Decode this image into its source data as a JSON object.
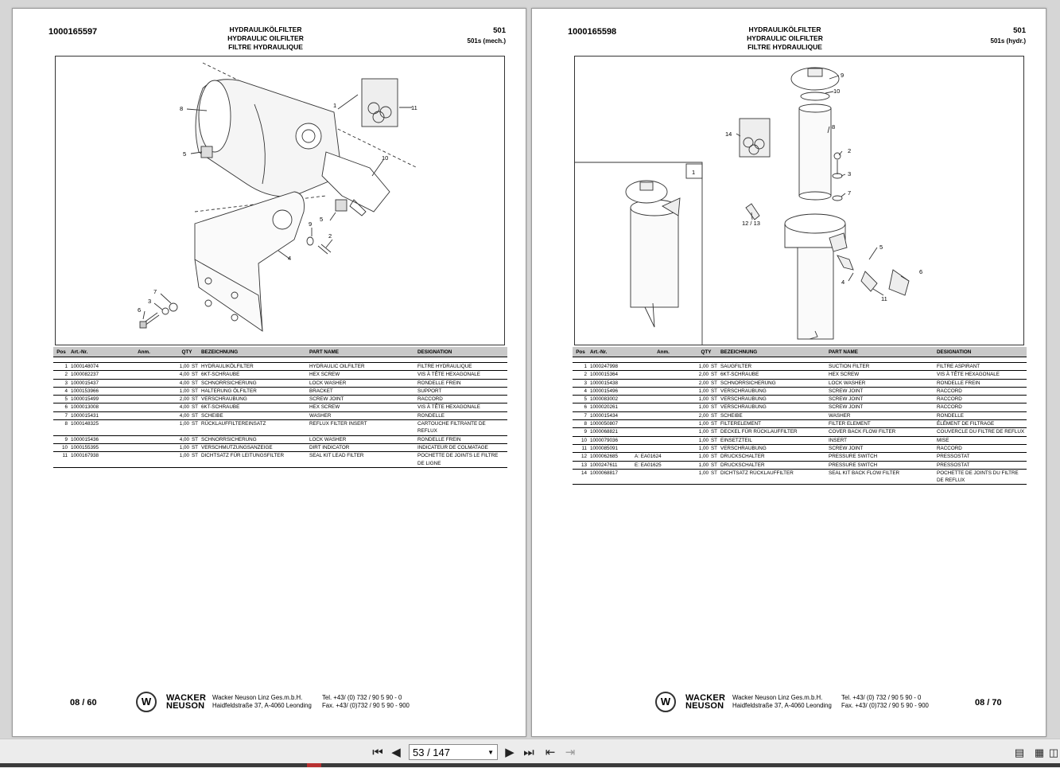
{
  "left_page": {
    "article_no": "1000165597",
    "title_de": "HYDRAULIKÖLFILTER",
    "title_en": "HYDRAULIC OILFILTER",
    "title_fr": "FILTRE HYDRAULIQUE",
    "section": "501",
    "section_sub": "501s (mech.)",
    "callouts": [
      "8",
      "1",
      "11",
      "5",
      "10",
      "5",
      "9",
      "2",
      "4",
      "7",
      "3",
      "6"
    ],
    "headers": [
      "Pos",
      "Art.-Nr.",
      "Anm.",
      "QTY",
      "BEZEICHNUNG",
      "PART NAME",
      "DESIGNATION"
    ],
    "rows": [
      {
        "pos": "1",
        "art": "1000148074",
        "anm": "",
        "qty": "1,00",
        "unit": "ST",
        "de": "HYDRAULIKÖLFILTER",
        "en": "HYDRAULIC OILFILTER",
        "fr": "FILTRE HYDRAULIQUE"
      },
      {
        "pos": "2",
        "art": "1000082237",
        "anm": "",
        "qty": "4,00",
        "unit": "ST",
        "de": "6KT-SCHRAUBE",
        "en": "HEX SCREW",
        "fr": "VIS À TÊTE HEXAGONALE"
      },
      {
        "pos": "3",
        "art": "1000015437",
        "anm": "",
        "qty": "4,00",
        "unit": "ST",
        "de": "SCHNORRSICHERUNG",
        "en": "LOCK WASHER",
        "fr": "RONDELLE FREIN"
      },
      {
        "pos": "4",
        "art": "1000153966",
        "anm": "",
        "qty": "1,00",
        "unit": "ST",
        "de": "HALTERUNG ÖLFILTER",
        "en": "BRACKET",
        "fr": "SUPPORT"
      },
      {
        "pos": "5",
        "art": "1000015499",
        "anm": "",
        "qty": "2,00",
        "unit": "ST",
        "de": "VERSCHRAUBUNG",
        "en": "SCREW JOINT",
        "fr": "RACCORD"
      },
      {
        "pos": "6",
        "art": "1000013008",
        "anm": "",
        "qty": "4,00",
        "unit": "ST",
        "de": "6KT-SCHRAUBE",
        "en": "HEX SCREW",
        "fr": "VIS À TÊTE HEXAGONALE"
      },
      {
        "pos": "7",
        "art": "1000015431",
        "anm": "",
        "qty": "4,00",
        "unit": "ST",
        "de": "SCHEIBE",
        "en": "WASHER",
        "fr": "RONDELLE"
      },
      {
        "pos": "8",
        "art": "1000148325",
        "anm": "",
        "qty": "1,00",
        "unit": "ST",
        "de": "RÜCKLAUFFILTEREINSATZ",
        "en": "REFLUX FILTER INSERT",
        "fr": "CARTOUCHE FILTRANTE DE REFLUX"
      },
      {
        "pos": "9",
        "art": "1000015436",
        "anm": "",
        "qty": "4,00",
        "unit": "ST",
        "de": "SCHNORRSICHERUNG",
        "en": "LOCK WASHER",
        "fr": "RONDELLE FREIN"
      },
      {
        "pos": "10",
        "art": "1000155395",
        "anm": "",
        "qty": "1,00",
        "unit": "ST",
        "de": "VERSCHMUTZUNGSANZEIGE",
        "en": "DIRT INDICATOR",
        "fr": "INDICATEUR DE COLMATAGE"
      },
      {
        "pos": "11",
        "art": "1000167938",
        "anm": "",
        "qty": "1,00",
        "unit": "ST",
        "de": "DICHTSATZ FÜR LEITUNGSFILTER",
        "en": "SEAL KIT LEAD FILTER",
        "fr": "POCHETTE DE JOINTS LE FILTRE DE LIGNE"
      }
    ],
    "page_number": "08 / 60"
  },
  "right_page": {
    "article_no": "1000165598",
    "title_de": "HYDRAULIKÖLFILTER",
    "title_en": "HYDRAULIC OILFILTER",
    "title_fr": "FILTRE HYDRAULIQUE",
    "section": "501",
    "section_sub": "501s (hydr.)",
    "callouts": [
      "9",
      "10",
      "8",
      "14",
      "2",
      "3",
      "7",
      "12 / 13",
      "1",
      "5",
      "6",
      "4",
      "11"
    ],
    "headers": [
      "Pos",
      "Art.-Nr.",
      "Anm.",
      "QTY",
      "BEZEICHNUNG",
      "PART NAME",
      "DESIGNATION"
    ],
    "rows": [
      {
        "pos": "1",
        "art": "1000247998",
        "anm": "",
        "qty": "1,00",
        "unit": "ST",
        "de": "SAUGFILTER",
        "en": "SUCTION FILTER",
        "fr": "FILTRE ASPIRANT"
      },
      {
        "pos": "2",
        "art": "1000015364",
        "anm": "",
        "qty": "2,00",
        "unit": "ST",
        "de": "6KT-SCHRAUBE",
        "en": "HEX SCREW",
        "fr": "VIS À TÊTE HEXAGONALE"
      },
      {
        "pos": "3",
        "art": "1000015438",
        "anm": "",
        "qty": "2,00",
        "unit": "ST",
        "de": "SCHNORRSICHERUNG",
        "en": "LOCK WASHER",
        "fr": "RONDELLE FREIN"
      },
      {
        "pos": "4",
        "art": "1000015496",
        "anm": "",
        "qty": "1,00",
        "unit": "ST",
        "de": "VERSCHRAUBUNG",
        "en": "SCREW JOINT",
        "fr": "RACCORD"
      },
      {
        "pos": "5",
        "art": "1000083002",
        "anm": "",
        "qty": "1,00",
        "unit": "ST",
        "de": "VERSCHRAUBUNG",
        "en": "SCREW JOINT",
        "fr": "RACCORD"
      },
      {
        "pos": "6",
        "art": "1000020261",
        "anm": "",
        "qty": "1,00",
        "unit": "ST",
        "de": "VERSCHRAUBUNG",
        "en": "SCREW JOINT",
        "fr": "RACCORD"
      },
      {
        "pos": "7",
        "art": "1000015434",
        "anm": "",
        "qty": "2,00",
        "unit": "ST",
        "de": "SCHEIBE",
        "en": "WASHER",
        "fr": "RONDELLE"
      },
      {
        "pos": "8",
        "art": "1000050807",
        "anm": "",
        "qty": "1,00",
        "unit": "ST",
        "de": "FILTERELEMENT",
        "en": "FILTER ELEMENT",
        "fr": "ÉLÉMENT DE FILTRAGE"
      },
      {
        "pos": "9",
        "art": "1000068821",
        "anm": "",
        "qty": "1,00",
        "unit": "ST",
        "de": "DECKEL FÜR RÜCKLAUFFILTER",
        "en": "COVER BACK FLOW FILTER",
        "fr": "COUVERCLE DU FILTRE DE REFLUX"
      },
      {
        "pos": "10",
        "art": "1000079036",
        "anm": "",
        "qty": "1,00",
        "unit": "ST",
        "de": "EINSETZTEIL",
        "en": "INSERT",
        "fr": "MISE"
      },
      {
        "pos": "11",
        "art": "1000085091",
        "anm": "",
        "qty": "1,00",
        "unit": "ST",
        "de": "VERSCHRAUBUNG",
        "en": "SCREW JOINT",
        "fr": "RACCORD"
      },
      {
        "pos": "12",
        "art": "1000062685",
        "anm": "A: EA01624",
        "qty": "1,00",
        "unit": "ST",
        "de": "DRUCKSCHALTER",
        "en": "PRESSURE SWITCH",
        "fr": "PRESSOSTAT"
      },
      {
        "pos": "13",
        "art": "1000247611",
        "anm": "E: EA01625",
        "qty": "1,00",
        "unit": "ST",
        "de": "DRUCKSCHALTER",
        "en": "PRESSURE SWITCH",
        "fr": "PRESSOSTAT"
      },
      {
        "pos": "14",
        "art": "1000068817",
        "anm": "",
        "qty": "1,00",
        "unit": "ST",
        "de": "DICHTSATZ RÜCKLAUFFILTER",
        "en": "SEAL KIT BACK FLOW FILTER",
        "fr": "POCHETTE DE JOINTS DU FILTRE DE REFLUX"
      }
    ],
    "page_number": "08 / 70"
  },
  "footer": {
    "brand_line1": "WACKER",
    "brand_line2": "NEUSON",
    "company_line1": "Wacker Neuson Linz  Ges.m.b.H.",
    "company_line2": "Haidfeldstraße 37, A-4060 Leonding",
    "phone": "Tel. +43/ (0) 732 / 90 5 90 - 0",
    "fax": "Fax. +43/ (0)732 / 90 5 90 - 900",
    "logo_letter": "W"
  },
  "toolbar": {
    "page_display": "53 / 147",
    "icons": [
      "first-page-icon",
      "prev-page-icon",
      "next-page-icon",
      "last-page-icon",
      "go-back-icon",
      "go-forward-icon",
      "single-page-view-icon",
      "continuous-view-icon",
      "two-page-view-icon"
    ]
  }
}
